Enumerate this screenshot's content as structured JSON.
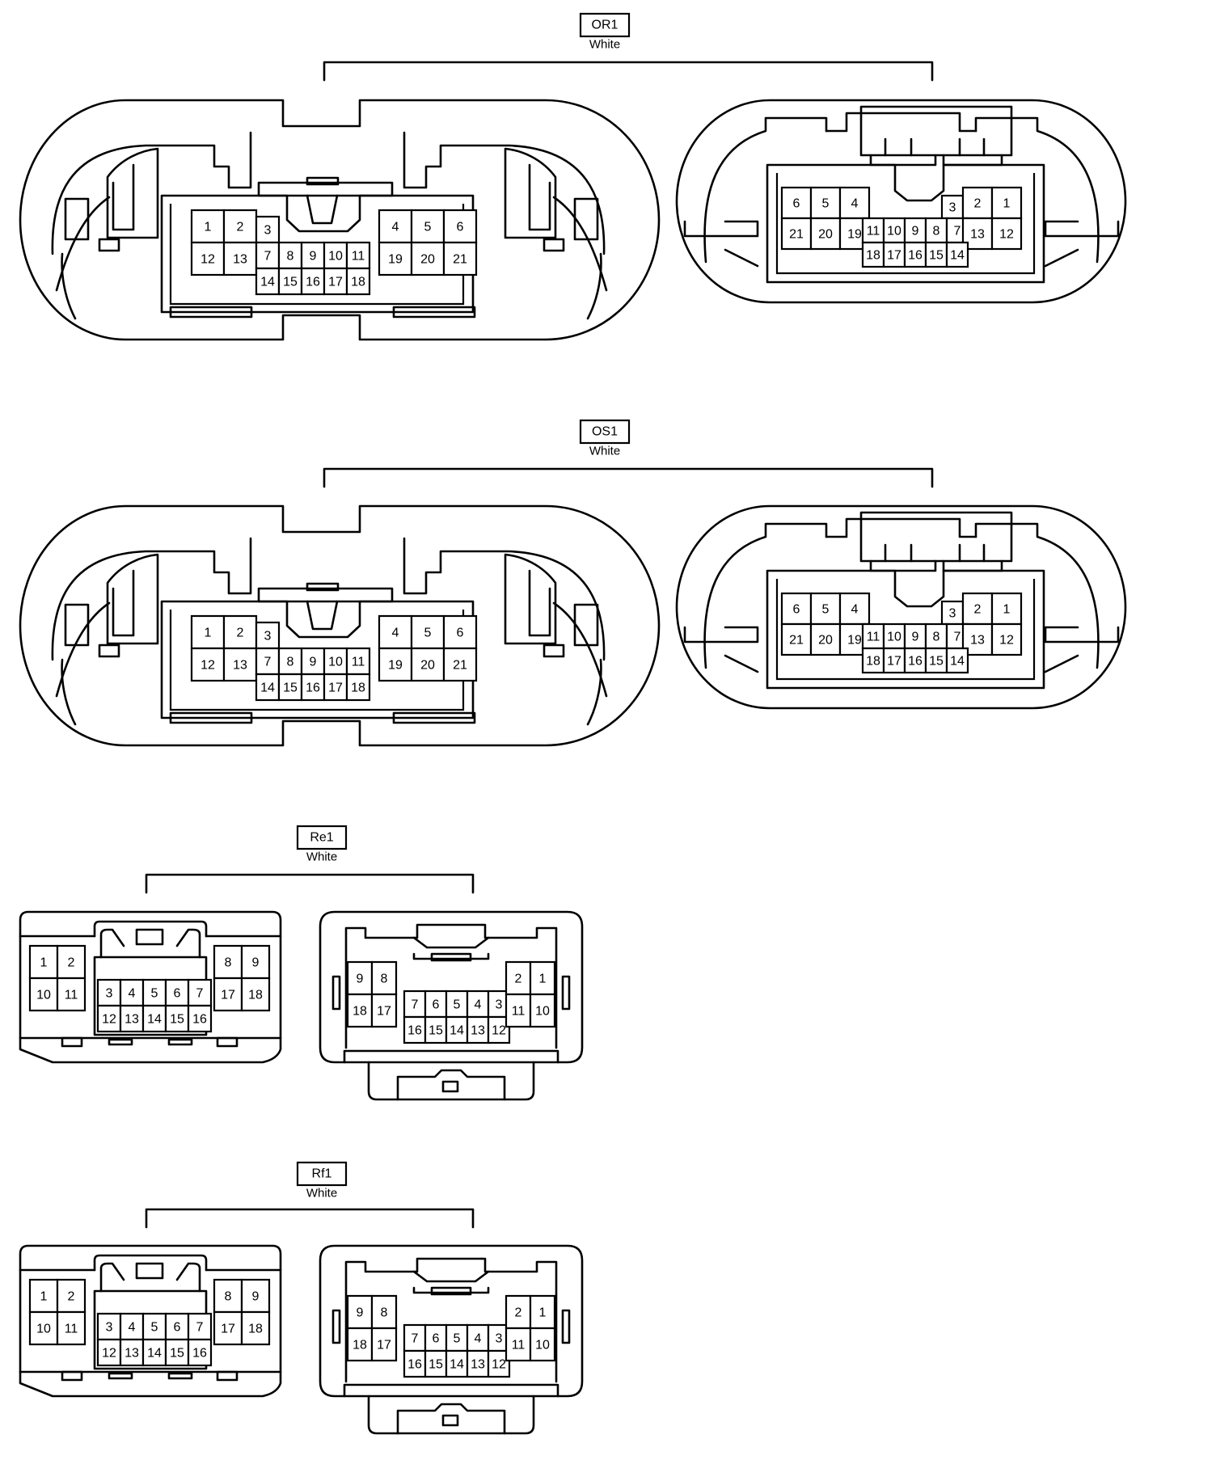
{
  "connectors": [
    {
      "id": "OR1",
      "label": "OR1",
      "color": "White",
      "female": {
        "top_row_left": [
          "1",
          "2"
        ],
        "pin3": "3",
        "top_row_right": [
          "4",
          "5",
          "6"
        ],
        "mid_row_left": [
          "12",
          "13"
        ],
        "mid_row_center": [
          "7",
          "8",
          "9",
          "10",
          "11"
        ],
        "mid_row_right": [
          "19",
          "20",
          "21"
        ],
        "bottom_row": [
          "14",
          "15",
          "16",
          "17",
          "18"
        ]
      },
      "male": {
        "top_row_left": [
          "6",
          "5",
          "4"
        ],
        "pin3": "3",
        "top_row_right": [
          "2",
          "1"
        ],
        "mid_row_left": [
          "21",
          "20",
          "19"
        ],
        "mid_row_center": [
          "11",
          "10",
          "9",
          "8",
          "7"
        ],
        "mid_row_right": [
          "13",
          "12"
        ],
        "bottom_row": [
          "18",
          "17",
          "16",
          "15",
          "14"
        ]
      }
    },
    {
      "id": "OS1",
      "label": "OS1",
      "color": "White",
      "female": {
        "top_row_left": [
          "1",
          "2"
        ],
        "pin3": "3",
        "top_row_right": [
          "4",
          "5",
          "6"
        ],
        "mid_row_left": [
          "12",
          "13"
        ],
        "mid_row_center": [
          "7",
          "8",
          "9",
          "10",
          "11"
        ],
        "mid_row_right": [
          "19",
          "20",
          "21"
        ],
        "bottom_row": [
          "14",
          "15",
          "16",
          "17",
          "18"
        ]
      },
      "male": {
        "top_row_left": [
          "6",
          "5",
          "4"
        ],
        "pin3": "3",
        "top_row_right": [
          "2",
          "1"
        ],
        "mid_row_left": [
          "21",
          "20",
          "19"
        ],
        "mid_row_center": [
          "11",
          "10",
          "9",
          "8",
          "7"
        ],
        "mid_row_right": [
          "13",
          "12"
        ],
        "bottom_row": [
          "18",
          "17",
          "16",
          "15",
          "14"
        ]
      }
    },
    {
      "id": "Re1",
      "label": "Re1",
      "color": "White",
      "female": {
        "left_top": [
          "1",
          "2"
        ],
        "left_bottom": [
          "10",
          "11"
        ],
        "center_top": [
          "3",
          "4",
          "5",
          "6",
          "7"
        ],
        "center_bottom": [
          "12",
          "13",
          "14",
          "15",
          "16"
        ],
        "right_top": [
          "8",
          "9"
        ],
        "right_bottom": [
          "17",
          "18"
        ]
      },
      "male": {
        "left_top": [
          "9",
          "8"
        ],
        "left_bottom": [
          "18",
          "17"
        ],
        "center_top": [
          "7",
          "6",
          "5",
          "4",
          "3"
        ],
        "center_bottom": [
          "16",
          "15",
          "14",
          "13",
          "12"
        ],
        "right_top": [
          "2",
          "1"
        ],
        "right_bottom": [
          "11",
          "10"
        ]
      }
    },
    {
      "id": "Rf1",
      "label": "Rf1",
      "color": "White",
      "female": {
        "left_top": [
          "1",
          "2"
        ],
        "left_bottom": [
          "10",
          "11"
        ],
        "center_top": [
          "3",
          "4",
          "5",
          "6",
          "7"
        ],
        "center_bottom": [
          "12",
          "13",
          "14",
          "15",
          "16"
        ],
        "right_top": [
          "8",
          "9"
        ],
        "right_bottom": [
          "17",
          "18"
        ]
      },
      "male": {
        "left_top": [
          "9",
          "8"
        ],
        "left_bottom": [
          "18",
          "17"
        ],
        "center_top": [
          "7",
          "6",
          "5",
          "4",
          "3"
        ],
        "center_bottom": [
          "16",
          "15",
          "14",
          "13",
          "12"
        ],
        "right_top": [
          "2",
          "1"
        ],
        "right_bottom": [
          "11",
          "10"
        ]
      }
    }
  ]
}
